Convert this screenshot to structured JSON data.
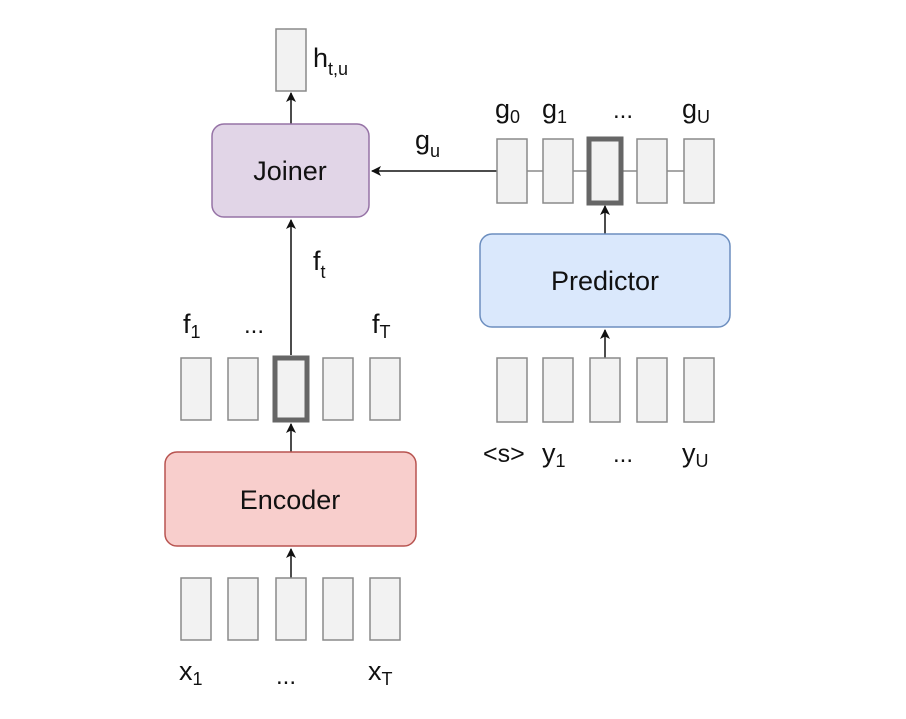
{
  "colors": {
    "cell_fill": "#f2f2f2",
    "cell_stroke": "#8a8a8a",
    "highlight_stroke": "#666666",
    "arrow": "#111111",
    "joiner_fill": "#e1d5e7",
    "joiner_stroke": "#9673a6",
    "predictor_fill": "#dae8fc",
    "predictor_stroke": "#6c8ebf",
    "encoder_fill": "#f8cecc",
    "encoder_stroke": "#b85450"
  },
  "blocks": {
    "joiner": "Joiner",
    "predictor": "Predictor",
    "encoder": "Encoder"
  },
  "labels": {
    "output": {
      "base": "h",
      "sub": "t,u"
    },
    "joiner_to_predictor": {
      "base": "g",
      "sub": "u"
    },
    "encoder_to_joiner": {
      "base": "f",
      "sub": "t"
    },
    "predictor_out": [
      {
        "base": "g",
        "sub": "0"
      },
      {
        "base": "g",
        "sub": "1"
      },
      {
        "base": "...",
        "sub": ""
      },
      {
        "base": "g",
        "sub": "U"
      }
    ],
    "encoder_out": [
      {
        "base": "f",
        "sub": "1"
      },
      {
        "base": "...",
        "sub": ""
      },
      {
        "base": "f",
        "sub": "T"
      }
    ],
    "predictor_in": [
      {
        "base": "<s>",
        "sub": ""
      },
      {
        "base": "y",
        "sub": "1"
      },
      {
        "base": "...",
        "sub": ""
      },
      {
        "base": "y",
        "sub": "U"
      }
    ],
    "encoder_in": [
      {
        "base": "x",
        "sub": "1"
      },
      {
        "base": "...",
        "sub": ""
      },
      {
        "base": "x",
        "sub": "T"
      }
    ]
  }
}
